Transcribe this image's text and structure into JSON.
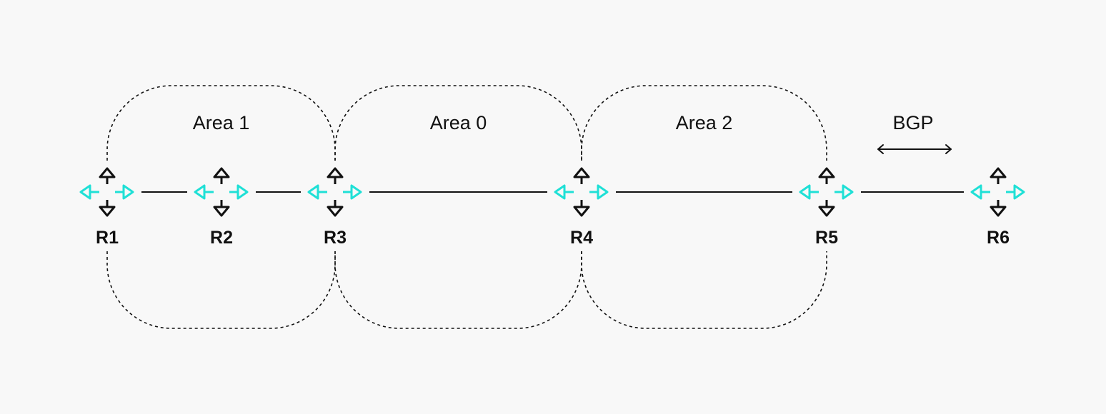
{
  "areas": [
    {
      "label": "Area 1",
      "from": "R1",
      "to": "R3"
    },
    {
      "label": "Area 0",
      "from": "R3",
      "to": "R4"
    },
    {
      "label": "Area 2",
      "from": "R4",
      "to": "R5"
    }
  ],
  "routers": [
    {
      "id": "R1",
      "label": "R1"
    },
    {
      "id": "R2",
      "label": "R2"
    },
    {
      "id": "R3",
      "label": "R3"
    },
    {
      "id": "R4",
      "label": "R4"
    },
    {
      "id": "R5",
      "label": "R5"
    },
    {
      "id": "R6",
      "label": "R6"
    }
  ],
  "links": [
    [
      "R1",
      "R2"
    ],
    [
      "R2",
      "R3"
    ],
    [
      "R3",
      "R4"
    ],
    [
      "R4",
      "R5"
    ],
    [
      "R5",
      "R6"
    ]
  ],
  "bgp": {
    "label": "BGP",
    "between": [
      "R5",
      "R6"
    ]
  },
  "colors": {
    "accent": "#1fe0d6",
    "ink": "#111111",
    "background": "#f8f8f8"
  }
}
